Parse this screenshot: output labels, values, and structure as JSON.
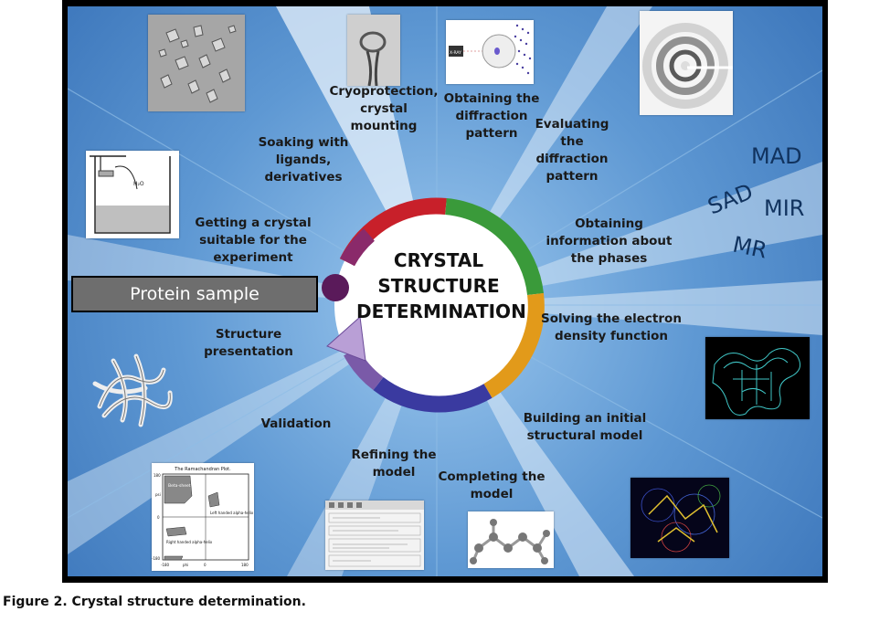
{
  "center_title": [
    "CRYSTAL",
    "STRUCTURE",
    "DETERMINATION"
  ],
  "protein_sample": "Protein sample",
  "stages": {
    "crystal": [
      "Getting a crystal",
      "suitable for the",
      "experiment"
    ],
    "soaking": [
      "Soaking with",
      "ligands,",
      "derivatives"
    ],
    "cryo": [
      "Cryoprotection,",
      "crystal",
      "mounting"
    ],
    "diffraction": [
      "Obtaining the",
      "diffraction",
      "pattern"
    ],
    "evaluating": [
      "Evaluating",
      "the",
      "diffraction",
      "pattern"
    ],
    "phases": [
      "Obtaining",
      "information about",
      "the phases"
    ],
    "density": [
      "Solving the electron",
      "density function"
    ],
    "initial_model": [
      "Building an initial",
      "structural model"
    ],
    "completing": [
      "Completing the",
      "model"
    ],
    "refining": [
      "Refining the",
      "model"
    ],
    "validation": [
      "Validation"
    ],
    "presentation": [
      "Structure",
      "presentation"
    ]
  },
  "phase_methods": [
    "MAD",
    "SAD",
    "MIR",
    "MR"
  ],
  "thumb_texts": {
    "vapor_h2o": "H₂O",
    "xray": "X-RAY",
    "ramachandran_title": "The Ramachandran Plot.",
    "beta_sheet": "Beta-sheet",
    "left_helix": "Left handed alpha-helix",
    "right_helix": "Right handed alpha-helix",
    "rama_y_top": "180",
    "rama_y_mid": "0",
    "rama_y_bottom": "-180",
    "rama_x_left": "-180",
    "rama_x_mid": "0",
    "rama_x_right": "180",
    "rama_psi": "psi",
    "rama_phi": "phi"
  },
  "caption": "Figure 2. Crystal structure determination.",
  "colors": {
    "panel_blue": "#5a93cf",
    "ring_red": "#c8202a",
    "ring_green": "#3a9a3a",
    "ring_orange": "#e29a1a",
    "ring_blue": "#3a3aa0",
    "ring_purple": "#7a5aa8",
    "protein_box": "#6e6e6e"
  }
}
